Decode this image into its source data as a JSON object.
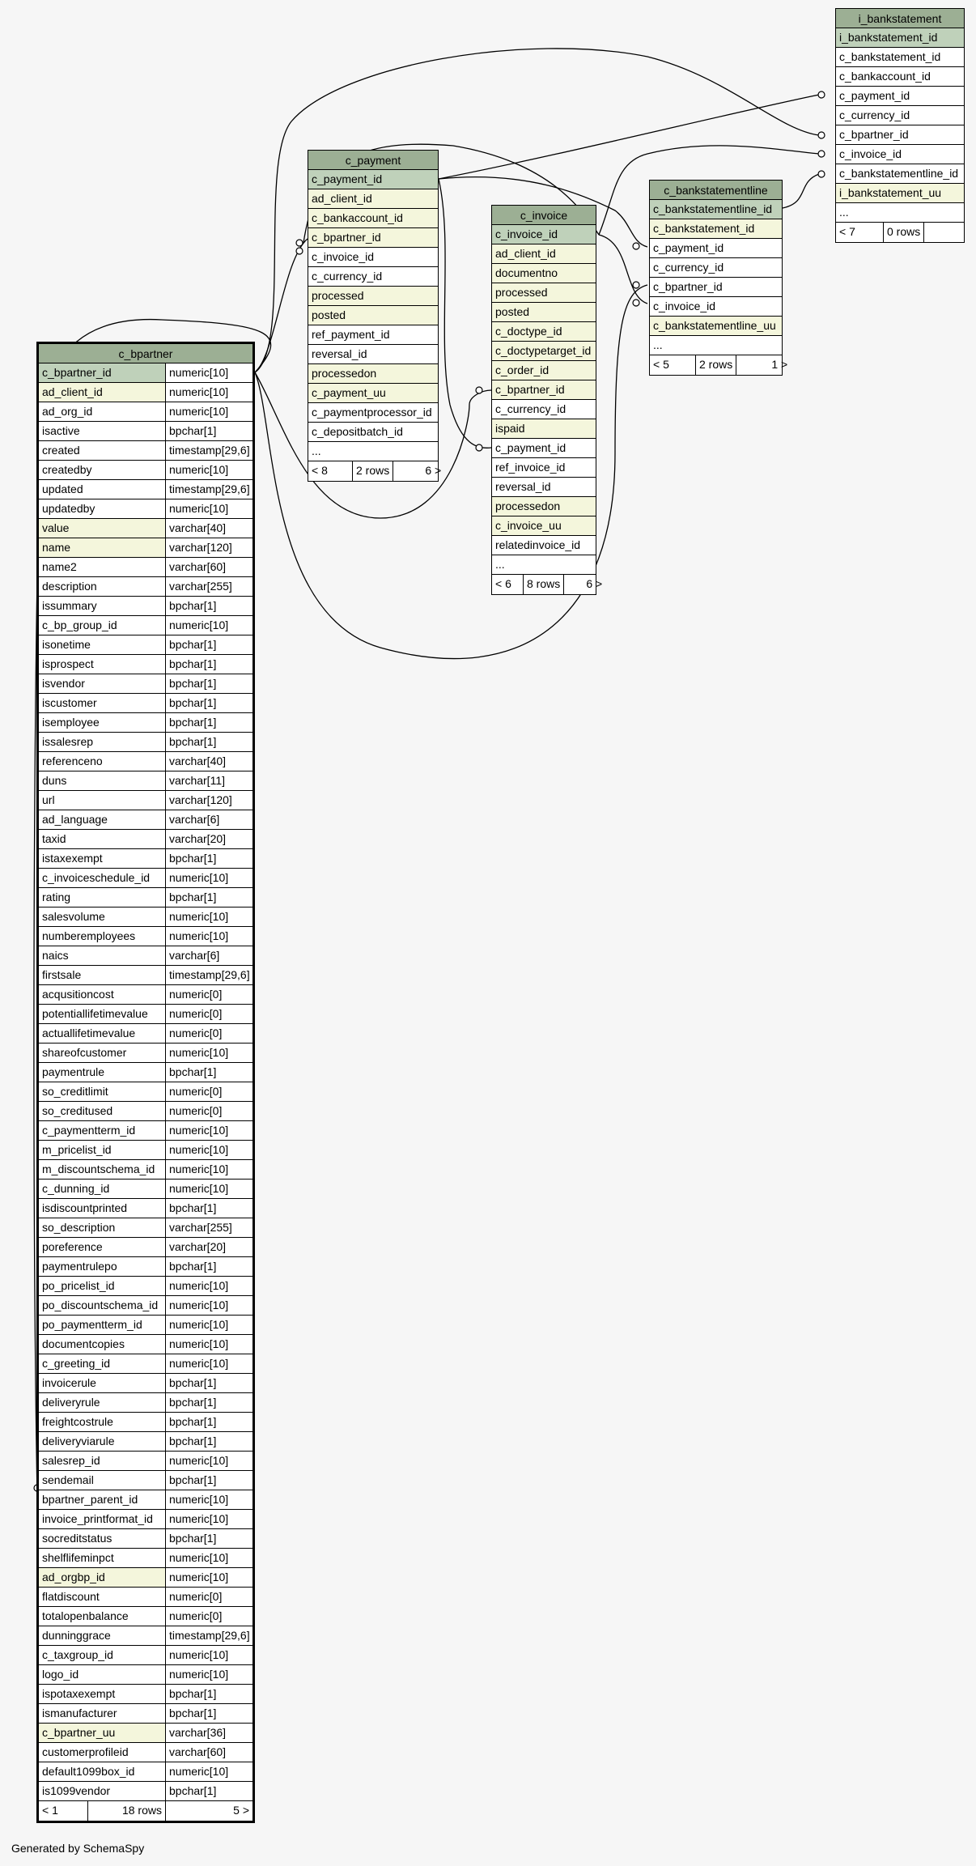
{
  "footer": "Generated by SchemaSpy",
  "colors": {
    "header": "#9caf94",
    "primary_key": "#bfd1ba",
    "indexed": "#f4f6dc",
    "background": "#f6f6f6"
  },
  "tables": [
    {
      "name": "i_bankstatement",
      "columns": [
        {
          "name": "i_bankstatement_id",
          "kind": "pk"
        },
        {
          "name": "c_bankstatement_id",
          "kind": "plain"
        },
        {
          "name": "c_bankaccount_id",
          "kind": "plain"
        },
        {
          "name": "c_payment_id",
          "kind": "plain"
        },
        {
          "name": "c_currency_id",
          "kind": "plain"
        },
        {
          "name": "c_bpartner_id",
          "kind": "plain"
        },
        {
          "name": "c_invoice_id",
          "kind": "plain"
        },
        {
          "name": "c_bankstatementline_id",
          "kind": "plain"
        },
        {
          "name": "i_bankstatement_uu",
          "kind": "idx"
        },
        {
          "name": "...",
          "kind": "plain"
        }
      ],
      "footer": {
        "parents": "< 7",
        "rows": "0 rows",
        "children": ""
      }
    },
    {
      "name": "c_payment",
      "columns": [
        {
          "name": "c_payment_id",
          "kind": "pk"
        },
        {
          "name": "ad_client_id",
          "kind": "idx"
        },
        {
          "name": "c_bankaccount_id",
          "kind": "idx"
        },
        {
          "name": "c_bpartner_id",
          "kind": "idx"
        },
        {
          "name": "c_invoice_id",
          "kind": "plain"
        },
        {
          "name": "c_currency_id",
          "kind": "plain"
        },
        {
          "name": "processed",
          "kind": "idx"
        },
        {
          "name": "posted",
          "kind": "idx"
        },
        {
          "name": "ref_payment_id",
          "kind": "plain"
        },
        {
          "name": "reversal_id",
          "kind": "plain"
        },
        {
          "name": "processedon",
          "kind": "idx"
        },
        {
          "name": "c_payment_uu",
          "kind": "idx"
        },
        {
          "name": "c_paymentprocessor_id",
          "kind": "plain"
        },
        {
          "name": "c_depositbatch_id",
          "kind": "plain"
        },
        {
          "name": "...",
          "kind": "plain"
        }
      ],
      "footer": {
        "parents": "< 8",
        "rows": "2 rows",
        "children": "6 >"
      }
    },
    {
      "name": "c_invoice",
      "columns": [
        {
          "name": "c_invoice_id",
          "kind": "pk"
        },
        {
          "name": "ad_client_id",
          "kind": "idx"
        },
        {
          "name": "documentno",
          "kind": "idx"
        },
        {
          "name": "processed",
          "kind": "idx"
        },
        {
          "name": "posted",
          "kind": "idx"
        },
        {
          "name": "c_doctype_id",
          "kind": "idx"
        },
        {
          "name": "c_doctypetarget_id",
          "kind": "idx"
        },
        {
          "name": "c_order_id",
          "kind": "idx"
        },
        {
          "name": "c_bpartner_id",
          "kind": "idx"
        },
        {
          "name": "c_currency_id",
          "kind": "plain"
        },
        {
          "name": "ispaid",
          "kind": "idx"
        },
        {
          "name": "c_payment_id",
          "kind": "plain"
        },
        {
          "name": "ref_invoice_id",
          "kind": "plain"
        },
        {
          "name": "reversal_id",
          "kind": "plain"
        },
        {
          "name": "processedon",
          "kind": "idx"
        },
        {
          "name": "c_invoice_uu",
          "kind": "idx"
        },
        {
          "name": "relatedinvoice_id",
          "kind": "plain"
        },
        {
          "name": "...",
          "kind": "plain"
        }
      ],
      "footer": {
        "parents": "< 6",
        "rows": "8 rows",
        "children": "6 >"
      }
    },
    {
      "name": "c_bankstatementline",
      "columns": [
        {
          "name": "c_bankstatementline_id",
          "kind": "pk"
        },
        {
          "name": "c_bankstatement_id",
          "kind": "idx"
        },
        {
          "name": "c_payment_id",
          "kind": "plain"
        },
        {
          "name": "c_currency_id",
          "kind": "plain"
        },
        {
          "name": "c_bpartner_id",
          "kind": "plain"
        },
        {
          "name": "c_invoice_id",
          "kind": "plain"
        },
        {
          "name": "c_bankstatementline_uu",
          "kind": "idx"
        },
        {
          "name": "...",
          "kind": "plain"
        }
      ],
      "footer": {
        "parents": "< 5",
        "rows": "2 rows",
        "children": "1 >"
      }
    },
    {
      "name": "c_bpartner",
      "columns": [
        {
          "name": "c_bpartner_id",
          "type": "numeric[10]",
          "kind": "pk"
        },
        {
          "name": "ad_client_id",
          "type": "numeric[10]",
          "kind": "idx"
        },
        {
          "name": "ad_org_id",
          "type": "numeric[10]",
          "kind": "plain"
        },
        {
          "name": "isactive",
          "type": "bpchar[1]",
          "kind": "plain"
        },
        {
          "name": "created",
          "type": "timestamp[29,6]",
          "kind": "plain"
        },
        {
          "name": "createdby",
          "type": "numeric[10]",
          "kind": "plain"
        },
        {
          "name": "updated",
          "type": "timestamp[29,6]",
          "kind": "plain"
        },
        {
          "name": "updatedby",
          "type": "numeric[10]",
          "kind": "plain"
        },
        {
          "name": "value",
          "type": "varchar[40]",
          "kind": "idx"
        },
        {
          "name": "name",
          "type": "varchar[120]",
          "kind": "idx"
        },
        {
          "name": "name2",
          "type": "varchar[60]",
          "kind": "plain"
        },
        {
          "name": "description",
          "type": "varchar[255]",
          "kind": "plain"
        },
        {
          "name": "issummary",
          "type": "bpchar[1]",
          "kind": "plain"
        },
        {
          "name": "c_bp_group_id",
          "type": "numeric[10]",
          "kind": "plain"
        },
        {
          "name": "isonetime",
          "type": "bpchar[1]",
          "kind": "plain"
        },
        {
          "name": "isprospect",
          "type": "bpchar[1]",
          "kind": "plain"
        },
        {
          "name": "isvendor",
          "type": "bpchar[1]",
          "kind": "plain"
        },
        {
          "name": "iscustomer",
          "type": "bpchar[1]",
          "kind": "plain"
        },
        {
          "name": "isemployee",
          "type": "bpchar[1]",
          "kind": "plain"
        },
        {
          "name": "issalesrep",
          "type": "bpchar[1]",
          "kind": "plain"
        },
        {
          "name": "referenceno",
          "type": "varchar[40]",
          "kind": "plain"
        },
        {
          "name": "duns",
          "type": "varchar[11]",
          "kind": "plain"
        },
        {
          "name": "url",
          "type": "varchar[120]",
          "kind": "plain"
        },
        {
          "name": "ad_language",
          "type": "varchar[6]",
          "kind": "plain"
        },
        {
          "name": "taxid",
          "type": "varchar[20]",
          "kind": "plain"
        },
        {
          "name": "istaxexempt",
          "type": "bpchar[1]",
          "kind": "plain"
        },
        {
          "name": "c_invoiceschedule_id",
          "type": "numeric[10]",
          "kind": "plain"
        },
        {
          "name": "rating",
          "type": "bpchar[1]",
          "kind": "plain"
        },
        {
          "name": "salesvolume",
          "type": "numeric[10]",
          "kind": "plain"
        },
        {
          "name": "numberemployees",
          "type": "numeric[10]",
          "kind": "plain"
        },
        {
          "name": "naics",
          "type": "varchar[6]",
          "kind": "plain"
        },
        {
          "name": "firstsale",
          "type": "timestamp[29,6]",
          "kind": "plain"
        },
        {
          "name": "acqusitioncost",
          "type": "numeric[0]",
          "kind": "plain"
        },
        {
          "name": "potentiallifetimevalue",
          "type": "numeric[0]",
          "kind": "plain"
        },
        {
          "name": "actuallifetimevalue",
          "type": "numeric[0]",
          "kind": "plain"
        },
        {
          "name": "shareofcustomer",
          "type": "numeric[10]",
          "kind": "plain"
        },
        {
          "name": "paymentrule",
          "type": "bpchar[1]",
          "kind": "plain"
        },
        {
          "name": "so_creditlimit",
          "type": "numeric[0]",
          "kind": "plain"
        },
        {
          "name": "so_creditused",
          "type": "numeric[0]",
          "kind": "plain"
        },
        {
          "name": "c_paymentterm_id",
          "type": "numeric[10]",
          "kind": "plain"
        },
        {
          "name": "m_pricelist_id",
          "type": "numeric[10]",
          "kind": "plain"
        },
        {
          "name": "m_discountschema_id",
          "type": "numeric[10]",
          "kind": "plain"
        },
        {
          "name": "c_dunning_id",
          "type": "numeric[10]",
          "kind": "plain"
        },
        {
          "name": "isdiscountprinted",
          "type": "bpchar[1]",
          "kind": "plain"
        },
        {
          "name": "so_description",
          "type": "varchar[255]",
          "kind": "plain"
        },
        {
          "name": "poreference",
          "type": "varchar[20]",
          "kind": "plain"
        },
        {
          "name": "paymentrulepo",
          "type": "bpchar[1]",
          "kind": "plain"
        },
        {
          "name": "po_pricelist_id",
          "type": "numeric[10]",
          "kind": "plain"
        },
        {
          "name": "po_discountschema_id",
          "type": "numeric[10]",
          "kind": "plain"
        },
        {
          "name": "po_paymentterm_id",
          "type": "numeric[10]",
          "kind": "plain"
        },
        {
          "name": "documentcopies",
          "type": "numeric[10]",
          "kind": "plain"
        },
        {
          "name": "c_greeting_id",
          "type": "numeric[10]",
          "kind": "plain"
        },
        {
          "name": "invoicerule",
          "type": "bpchar[1]",
          "kind": "plain"
        },
        {
          "name": "deliveryrule",
          "type": "bpchar[1]",
          "kind": "plain"
        },
        {
          "name": "freightcostrule",
          "type": "bpchar[1]",
          "kind": "plain"
        },
        {
          "name": "deliveryviarule",
          "type": "bpchar[1]",
          "kind": "plain"
        },
        {
          "name": "salesrep_id",
          "type": "numeric[10]",
          "kind": "plain"
        },
        {
          "name": "sendemail",
          "type": "bpchar[1]",
          "kind": "plain"
        },
        {
          "name": "bpartner_parent_id",
          "type": "numeric[10]",
          "kind": "plain"
        },
        {
          "name": "invoice_printformat_id",
          "type": "numeric[10]",
          "kind": "plain"
        },
        {
          "name": "socreditstatus",
          "type": "bpchar[1]",
          "kind": "plain"
        },
        {
          "name": "shelflifeminpct",
          "type": "numeric[10]",
          "kind": "plain"
        },
        {
          "name": "ad_orgbp_id",
          "type": "numeric[10]",
          "kind": "idx"
        },
        {
          "name": "flatdiscount",
          "type": "numeric[0]",
          "kind": "plain"
        },
        {
          "name": "totalopenbalance",
          "type": "numeric[0]",
          "kind": "plain"
        },
        {
          "name": "dunninggrace",
          "type": "timestamp[29,6]",
          "kind": "plain"
        },
        {
          "name": "c_taxgroup_id",
          "type": "numeric[10]",
          "kind": "plain"
        },
        {
          "name": "logo_id",
          "type": "numeric[10]",
          "kind": "plain"
        },
        {
          "name": "ispotaxexempt",
          "type": "bpchar[1]",
          "kind": "plain"
        },
        {
          "name": "ismanufacturer",
          "type": "bpchar[1]",
          "kind": "plain"
        },
        {
          "name": "c_bpartner_uu",
          "type": "varchar[36]",
          "kind": "idx"
        },
        {
          "name": "customerprofileid",
          "type": "varchar[60]",
          "kind": "plain"
        },
        {
          "name": "default1099box_id",
          "type": "numeric[10]",
          "kind": "plain"
        },
        {
          "name": "is1099vendor",
          "type": "bpchar[1]",
          "kind": "plain"
        }
      ],
      "footer": {
        "parents": "< 1",
        "rows": "18 rows",
        "children": "5 >"
      }
    }
  ]
}
